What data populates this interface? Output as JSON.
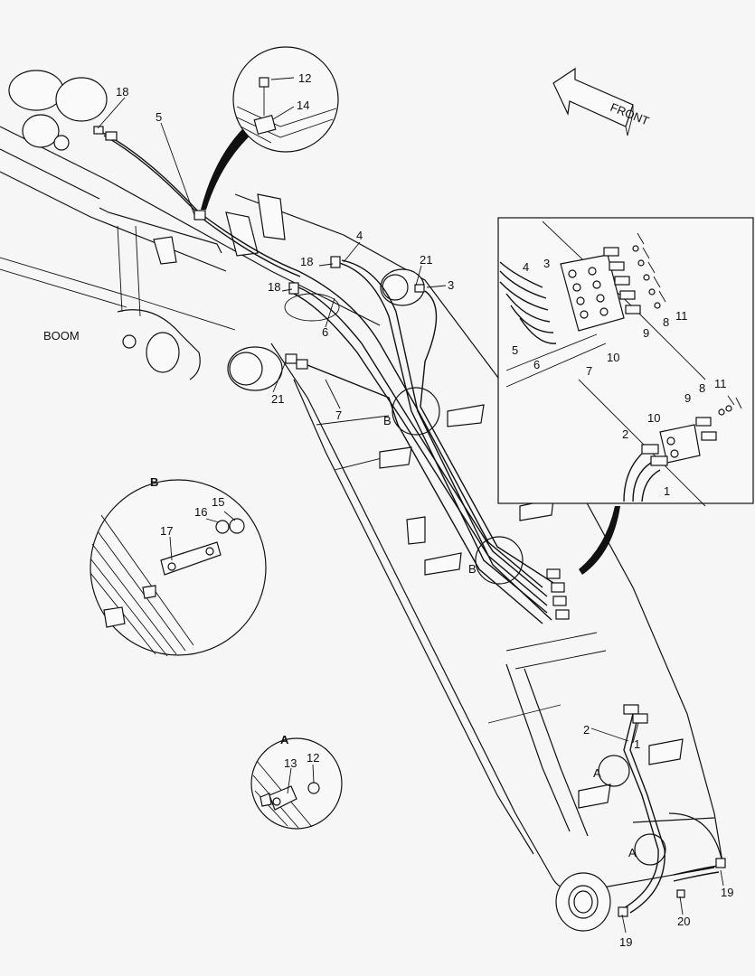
{
  "title": "",
  "front_label": "FRONT",
  "boom_label": "BOOM",
  "detail_b": {
    "label": "B",
    "parts": [
      "15",
      "16",
      "17"
    ]
  },
  "detail_a": {
    "label": "A",
    "parts": [
      "12",
      "13"
    ]
  },
  "detail_top": {
    "parts": [
      "12",
      "14"
    ]
  },
  "detail_box": {
    "upper_parts": [
      "3",
      "4",
      "5",
      "6",
      "7",
      "8",
      "9",
      "10",
      "11"
    ],
    "lower_parts": [
      "1",
      "2",
      "8",
      "9",
      "10",
      "11"
    ]
  },
  "callouts": {
    "c1": "1",
    "c2": "2",
    "c3": "3",
    "c4": "4",
    "c5": "5",
    "c6": "6",
    "c7": "7",
    "c18a": "18",
    "c18b": "18",
    "c18c": "18",
    "c19a": "19",
    "c19b": "19",
    "c20": "20",
    "c21a": "21",
    "c21b": "21",
    "callout_b1": "B",
    "callout_b2": "B",
    "callout_a1": "A",
    "callout_a2": "A",
    "box_3": "3",
    "box_4": "4",
    "box_5": "5",
    "box_6": "6",
    "box_7": "7",
    "box_8": "8",
    "box_9": "9",
    "box_10": "10",
    "box_11": "11",
    "box_1": "1",
    "box_2": "2",
    "box_8b": "8",
    "box_9b": "9",
    "box_10b": "10",
    "box_11b": "11",
    "top_12": "12",
    "top_14": "14",
    "b_15": "15",
    "b_16": "16",
    "b_17": "17",
    "a_12": "12",
    "a_13": "13"
  }
}
